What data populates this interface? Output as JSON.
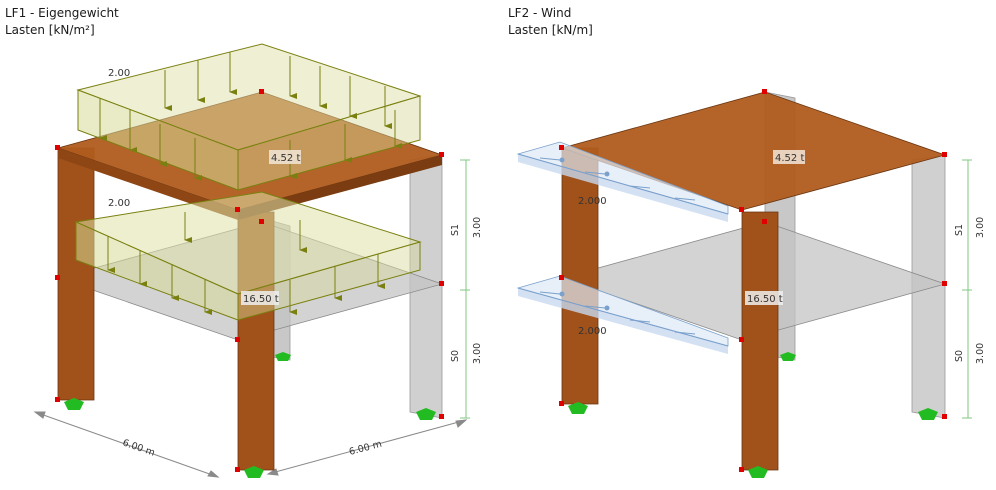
{
  "left_panel": {
    "title_line1": "LF1 - Eigengewicht",
    "title_line2": "Lasten [kN/m²]",
    "load_top": "2.00",
    "load_mid": "2.00",
    "mass_top": "4.52 t",
    "mass_mid": "16.50 t",
    "dim_x": "6.00 m",
    "dim_y": "6.00 m",
    "story_top": "S1",
    "story_bottom": "S0",
    "height_top": "3.00",
    "height_bottom": "3.00"
  },
  "right_panel": {
    "title_line1": "LF2 - Wind",
    "title_line2": "Lasten [kN/m]",
    "load_top": "2.000",
    "load_mid": "2.000",
    "mass_top": "4.52 t",
    "mass_mid": "16.50 t",
    "story_top": "S1",
    "story_bottom": "S0",
    "height_top": "3.00",
    "height_bottom": "3.00"
  },
  "colors": {
    "member": "#a0521a",
    "slab": "#b86520",
    "node": "#e00000",
    "support": "#22bb22",
    "area_load": "#d8dca0",
    "area_load_edge": "#7a8010",
    "wind_load": "#7aa0cc",
    "dimension": "#8a8a8a",
    "story_line": "#80c880"
  }
}
